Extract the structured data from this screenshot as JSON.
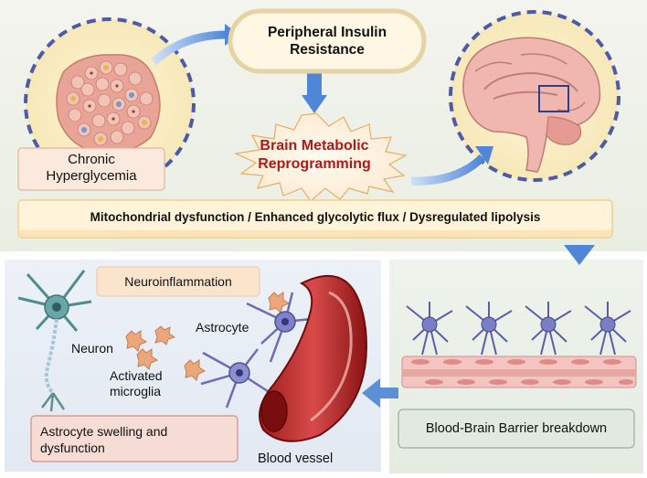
{
  "top": {
    "insulin_resistance": "Peripheral Insulin Resistance",
    "hyperglycemia": "Chronic Hyperglycemia",
    "reprogramming": "Brain Metabolic Reprogramming",
    "mechanisms": "Mitochondrial dysfunction / Enhanced glycolytic flux / Dysregulated lipolysis"
  },
  "bottom_left": {
    "neuroinflammation": "Neuroinflammation",
    "neuron": "Neuron",
    "astrocyte": "Astrocyte",
    "microglia": "Activated microglia",
    "astrocyte_box": "Astrocyte swelling and dysfunction",
    "vessel": "Blood vessel"
  },
  "bottom_right": {
    "bbb": "Blood-Brain Barrier breakdown"
  },
  "icons": [
    "tissue-icon",
    "brain-icon",
    "neuron-icon",
    "microglia-icon",
    "astrocyte-icon",
    "blood-vessel-icon",
    "endothelium-icon"
  ],
  "colors": {
    "accent_red": "#b01818",
    "arrow_blue": "#5b8fd6",
    "panel_top": "#eef1e6",
    "panel_left": "#e8eef6",
    "panel_right": "#eaf1e8"
  }
}
